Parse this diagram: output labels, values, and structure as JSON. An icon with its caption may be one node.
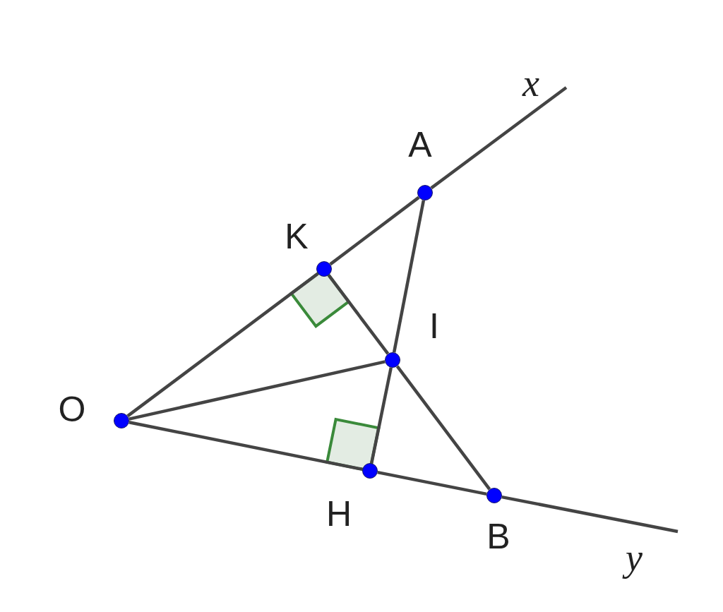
{
  "diagram": {
    "nodes": [
      {
        "text": [],
        "shape": "circle",
        "beside": [
          "O"
        ]
      },
      {
        "text": [],
        "shape": "circle",
        "beside": [
          "K"
        ]
      },
      {
        "text": [],
        "shape": "circle",
        "beside": [
          "A"
        ]
      },
      {
        "text": [],
        "shape": "circle",
        "beside": [
          "I"
        ]
      },
      {
        "text": [],
        "shape": "circle",
        "beside": [
          "H"
        ]
      },
      {
        "text": [],
        "shape": "circle",
        "beside": [
          "B"
        ]
      }
    ],
    "edges": [
      {
        "from": 0,
        "to": 1,
        "arrow": "none"
      },
      {
        "from": 1,
        "to": 2,
        "arrow": "none"
      },
      {
        "from": 2,
        "to": null,
        "arrow": "none"
      },
      {
        "from": 0,
        "to": 4,
        "arrow": "none"
      },
      {
        "from": 4,
        "to": 5,
        "arrow": "none"
      },
      {
        "from": 5,
        "to": null,
        "arrow": "none"
      },
      {
        "from": 2,
        "to": 3,
        "arrow": "none"
      },
      {
        "from": 3,
        "to": 4,
        "arrow": "none"
      },
      {
        "from": 1,
        "to": 3,
        "arrow": "none"
      },
      {
        "from": 3,
        "to": 5,
        "arrow": "none"
      },
      {
        "from": 0,
        "to": 3,
        "arrow": "none"
      }
    ],
    "labels": [
      "x",
      "y"
    ]
  }
}
